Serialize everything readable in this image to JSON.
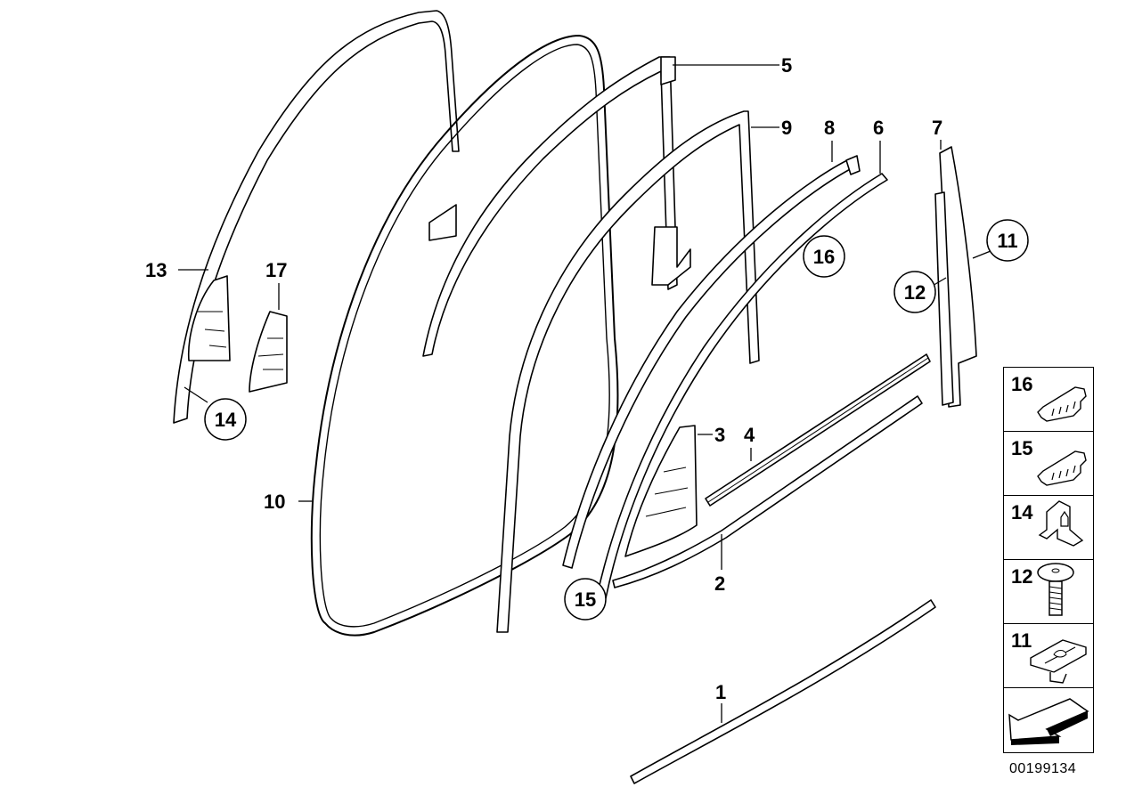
{
  "diagram": {
    "title": "Door weatherstrip / window guide parts",
    "diagram_id": "00199134",
    "callouts": [
      {
        "num": "1",
        "part": "sill-strip",
        "circled": false
      },
      {
        "num": "2",
        "part": "lower-seal",
        "circled": false
      },
      {
        "num": "3",
        "part": "triangle-cover",
        "circled": false
      },
      {
        "num": "4",
        "part": "window-channel-seal",
        "circled": false
      },
      {
        "num": "5",
        "part": "window-guide-rail",
        "circled": false
      },
      {
        "num": "6",
        "part": "upper-seal-strip",
        "circled": false
      },
      {
        "num": "7",
        "part": "b-pillar-trim",
        "circled": false
      },
      {
        "num": "8",
        "part": "guide-strip",
        "circled": false
      },
      {
        "num": "9",
        "part": "window-frame-seal",
        "circled": false
      },
      {
        "num": "10",
        "part": "door-seal",
        "circled": false
      },
      {
        "num": "11",
        "part": "clip",
        "circled": true
      },
      {
        "num": "12",
        "part": "screw",
        "circled": true
      },
      {
        "num": "13",
        "part": "frame-trim",
        "circled": false
      },
      {
        "num": "14",
        "part": "clamp",
        "circled": true
      },
      {
        "num": "15",
        "part": "clip",
        "circled": true
      },
      {
        "num": "16",
        "part": "clip",
        "circled": true
      },
      {
        "num": "17",
        "part": "mirror-triangle-cover",
        "circled": false
      }
    ]
  },
  "legend": {
    "items": [
      {
        "num": "16",
        "icon": "clip-long-icon"
      },
      {
        "num": "15",
        "icon": "clip-long-icon"
      },
      {
        "num": "14",
        "icon": "clamp-icon"
      },
      {
        "num": "12",
        "icon": "screw-icon"
      },
      {
        "num": "11",
        "icon": "nut-clip-icon"
      },
      {
        "num": "",
        "icon": "arrow-left-icon"
      }
    ]
  }
}
